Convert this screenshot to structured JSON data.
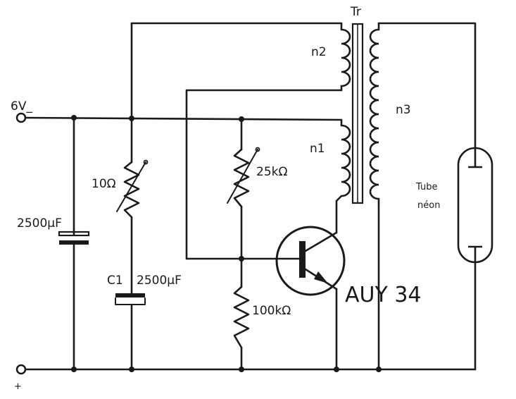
{
  "labels": {
    "supply": "6V_",
    "plus": "+",
    "transformer": "Tr",
    "n1": "n1",
    "n2": "n2",
    "n3": "n3",
    "r_10": "10Ω",
    "r_25k": "25kΩ",
    "r_100k": "100kΩ",
    "c_input": "2500µF",
    "c1_name": "C1",
    "c1_value": "2500µF",
    "tube_line1": "Tube",
    "tube_line2": "néon",
    "transistor": "AUY 34"
  }
}
